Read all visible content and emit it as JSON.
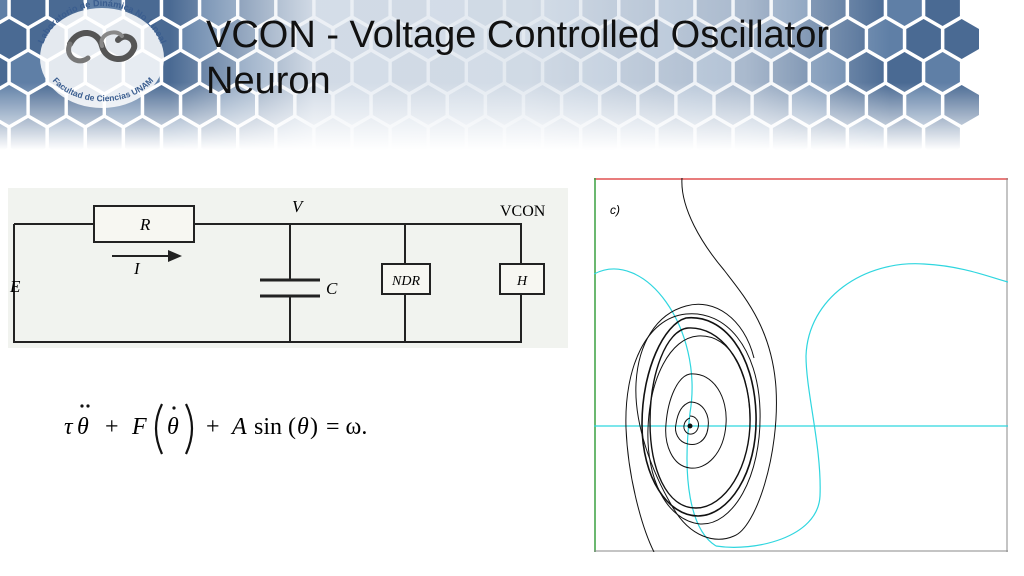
{
  "slide": {
    "title_line1": "VCON - Voltage Controlled Oscillator",
    "title_line2": "Neuron"
  },
  "logo": {
    "arc_text_top": "Laboratorio de Dinámica No Lineal",
    "arc_text_bottom": "Facultad de Ciencias UNAM"
  },
  "circuit": {
    "resistor_label": "R",
    "current_label": "I",
    "source_label": "E",
    "node_label": "V",
    "capacitor_label": "C",
    "ndr_label": "NDR",
    "h_label": "H",
    "vcon_label": "VCON"
  },
  "equation": {
    "tau": "τ",
    "theta": "θ",
    "plus1": "+",
    "F": "F",
    "plus2": "+",
    "A": "A",
    "sin": "sin",
    "rhs": "= ω."
  },
  "phase_plot": {
    "panel_label": "c)"
  },
  "colors": {
    "hex_dark": "#4a6a93",
    "hex_mid": "#5f7fa6",
    "trajectory": "#000000",
    "nullcline": "#2fd6df",
    "axis_top": "#e05050",
    "axis_left": "#3aa040"
  }
}
